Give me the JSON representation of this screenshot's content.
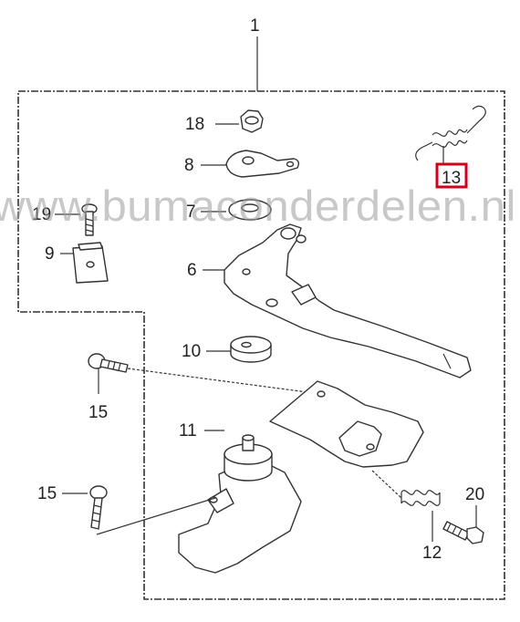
{
  "watermark": "www.bumaconderdelen.nl",
  "callouts": {
    "assembly": "1",
    "p18": "18",
    "p8": "8",
    "p7": "7",
    "p19": "19",
    "p9": "9",
    "p6": "6",
    "p10": "10",
    "p15a": "15",
    "p11": "11",
    "p15b": "15",
    "p20": "20",
    "p12": "12",
    "p13": "13"
  },
  "colors": {
    "highlight": "#d0021b",
    "linework": "#333333",
    "watermark": "#9a9a9a"
  }
}
